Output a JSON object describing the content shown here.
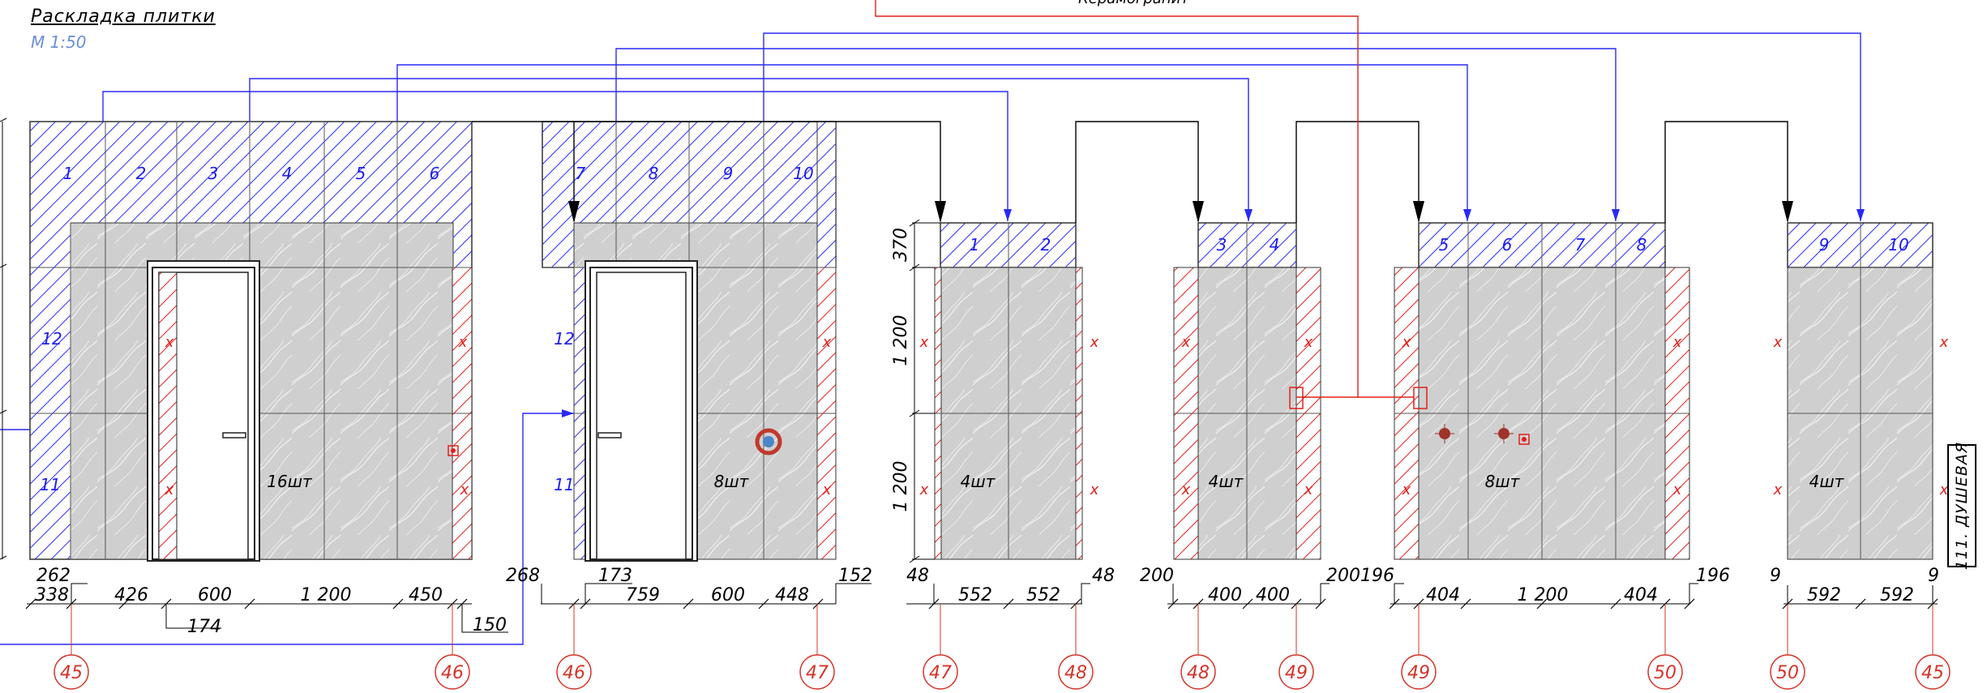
{
  "header": {
    "title": "Раскладка плитки",
    "scale": "М 1:50"
  },
  "ceramogranit_label": "Керамогранит",
  "room_label": "111. ДУШЕВАЯ",
  "colors": {
    "blue": "#1c1cf0",
    "red": "#e0201c",
    "tile": "#cfcfcf",
    "axis": "#d4342a",
    "scale_text": "#6b8fd6"
  },
  "walls": [
    {
      "top_tiles": [
        "1",
        "2",
        "3",
        "4",
        "5",
        "6"
      ],
      "side_tiles": [
        "12",
        "11"
      ],
      "count": "16шт"
    },
    {
      "top_tiles": [
        "7",
        "8",
        "9",
        "10"
      ],
      "side_tiles": [
        "12",
        "11"
      ],
      "count": "8шт"
    },
    {
      "top_tiles": [
        "1",
        "2"
      ],
      "count": "4шт"
    },
    {
      "top_tiles": [
        "3",
        "4"
      ],
      "count": "4шт"
    },
    {
      "top_tiles": [
        "5",
        "6",
        "7",
        "8"
      ],
      "count": "8шт"
    },
    {
      "top_tiles": [
        "9",
        "10"
      ],
      "count": "4шт"
    }
  ],
  "vertical_dims": [
    "370",
    "1 200",
    "1 200"
  ],
  "dims_bottom": {
    "w1": [
      "262",
      "338",
      "426",
      "600",
      "1 200",
      "450",
      "174",
      "150"
    ],
    "w2": [
      "268",
      "173",
      "759",
      "600",
      "448",
      "152"
    ],
    "w3": [
      "48",
      "552",
      "552",
      "48"
    ],
    "w4": [
      "200",
      "400",
      "400",
      "200"
    ],
    "w5": [
      "196",
      "404",
      "1 200",
      "404",
      "196"
    ],
    "w6": [
      "9",
      "592",
      "592",
      "9"
    ]
  },
  "axes": [
    "45",
    "46",
    "46",
    "47",
    "47",
    "48",
    "48",
    "49",
    "49",
    "50",
    "50",
    "45"
  ],
  "x_mark": "x"
}
